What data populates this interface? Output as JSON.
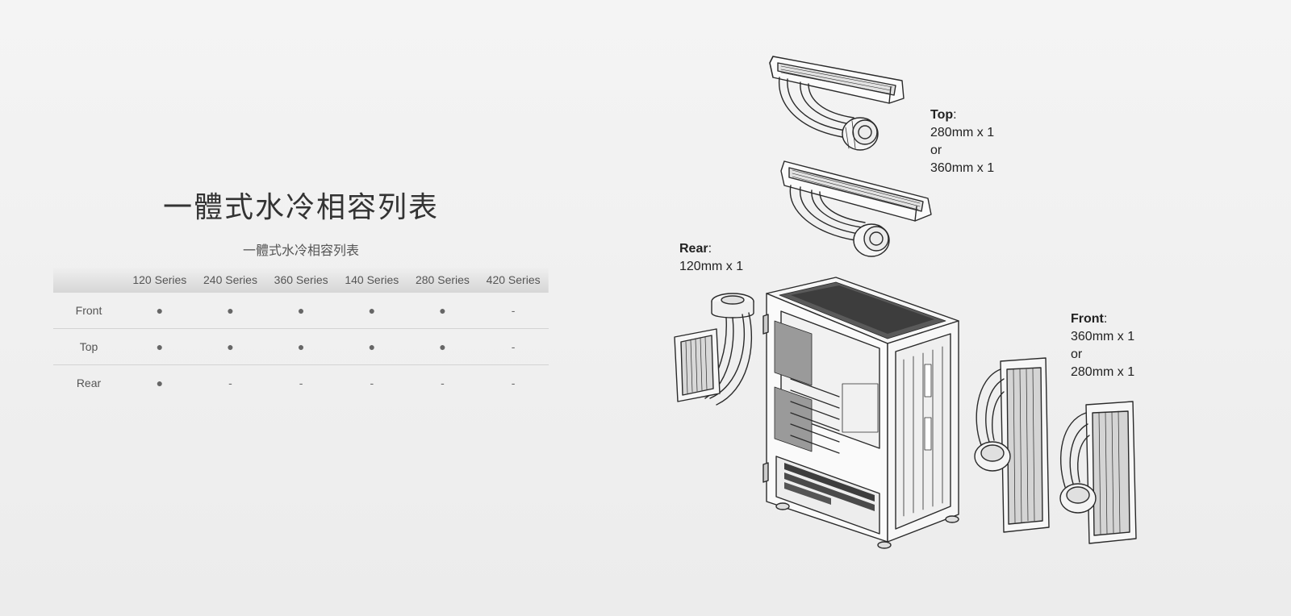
{
  "heading": "一體式水冷相容列表",
  "table": {
    "caption": "一體式水冷相容列表",
    "columns": [
      "",
      "120 Series",
      "240 Series",
      "360 Series",
      "140 Series",
      "280 Series",
      "420 Series"
    ],
    "rows": [
      {
        "position": "Front",
        "cells": [
          "●",
          "●",
          "●",
          "●",
          "●",
          "-"
        ]
      },
      {
        "position": "Top",
        "cells": [
          "●",
          "●",
          "●",
          "●",
          "●",
          "-"
        ]
      },
      {
        "position": "Rear",
        "cells": [
          "●",
          "-",
          "-",
          "-",
          "-",
          "-"
        ]
      }
    ]
  },
  "annotations": {
    "top": {
      "title": "Top",
      "colon": ":",
      "lines": [
        "280mm x 1",
        "or",
        "360mm x 1"
      ]
    },
    "rear": {
      "title": "Rear",
      "colon": ":",
      "lines": [
        "120mm x 1"
      ]
    },
    "front": {
      "title": "Front",
      "colon": ":",
      "lines": [
        "360mm x 1",
        "or",
        "280mm x 1"
      ]
    }
  }
}
